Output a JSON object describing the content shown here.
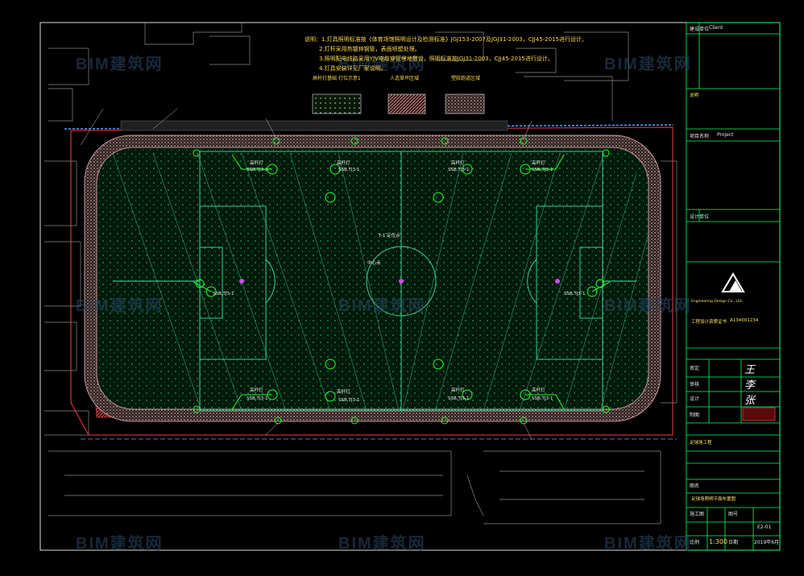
{
  "notes": {
    "line1": "说明：1.灯具照明标准按《体育场馆照明设计及检测标准》JGJ153-2007及JGJ31-2003，CJJ45-2015进行设计。",
    "line2": "2.灯杆采用热镀锌钢管，表面喷塑处理。",
    "line3": "3.照明配电线路采用YJV电缆穿管埋地敷设，照明标准按JGJ31-2003，CJJ45-2015进行设计。",
    "line4": "4.灯具安装详见厂家说明。",
    "legend1": "高杆灯基础 灯位示意1",
    "legend2": "人造草坪区域",
    "legend3": "塑胶跑道区域"
  },
  "field": {
    "center_label": "中心点",
    "labels": [
      "高杆灯",
      "高杆灯",
      "高杆灯",
      "高杆灯",
      "高杆灯",
      "高杆灯",
      "高杆灯",
      "高杆灯"
    ],
    "codes": [
      "SSB,TJ3-1",
      "SSB,TJ3-1",
      "SSB,TJ3-1",
      "SSB,TJ3-1",
      "SSB,TJ3-1",
      "SSB,TJ3-1",
      "SSB,TJ3-1",
      "SSB,TJ3-1"
    ],
    "goal_codes": [
      "SSB,TJ3-1",
      "SSB,TJ3-1"
    ],
    "callout": "T-1 定位点"
  },
  "title_block": {
    "row1": "建设单位",
    "row1_en": "Client",
    "row2": "说明",
    "row3": "项目名称",
    "row3_en": "Project",
    "row4": "设计单位",
    "firm_en": "Engineering Design Co., Ltd.",
    "cert1": "工程设计资质证书",
    "cert2": "A134001234",
    "checked": "审定",
    "approved": "审核",
    "designed": "设计",
    "drawn": "制图",
    "drawing_title": "足球场照明平面布置图",
    "drawing_label": "图名",
    "number_label": "图号",
    "scale_label": "比例",
    "scale": "1:300",
    "date_label": "日期",
    "date": "2019年6月",
    "sheet_no": "E2-01",
    "project": "足球场工程",
    "stage": "施工图"
  },
  "watermark": "BIM建筑网",
  "colors": {
    "frame": "#00ff66",
    "field_line": "#3fe0a0",
    "track": "#c69a9a",
    "boundary_red": "#ff3b3b",
    "note_yellow": "#ffd84a",
    "lamp_green": "#22ff22"
  }
}
